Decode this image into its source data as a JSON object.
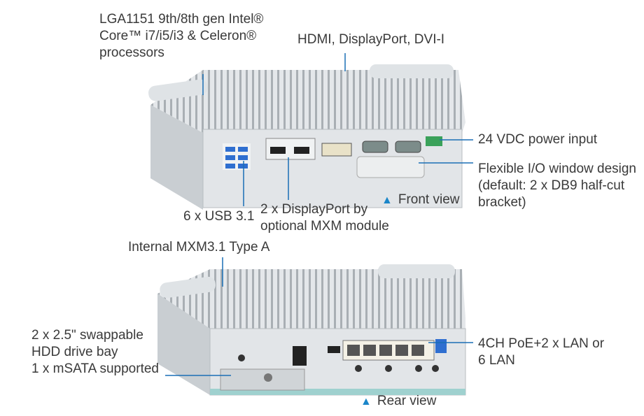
{
  "callouts": {
    "processor": [
      "LGA1151 9th/8th gen Intel®",
      "Core™ i7/i5/i3 & Celeron®",
      "processors"
    ],
    "video": [
      "HDMI, DisplayPort, DVI-I"
    ],
    "power": [
      "24 VDC power input"
    ],
    "flexible_io": [
      "Flexible I/O window design",
      "(default: 2 x DB9 half-cut",
      "bracket)"
    ],
    "usb": [
      "6 x USB 3.1"
    ],
    "displayport": [
      "2 x DisplayPort by",
      "optional MXM module"
    ],
    "mxm": [
      "Internal MXM3.1 Type A"
    ],
    "hdd": [
      "2 x 2.5\" swappable",
      "HDD drive bay",
      "1 x mSATA supported"
    ],
    "lan": [
      "4CH PoE+2 x LAN or",
      "6 LAN"
    ]
  },
  "views": {
    "front": "Front view",
    "rear": "Rear view",
    "marker_icon": "triangle-up-icon"
  },
  "colors": {
    "leader": "#1a6fb5",
    "marker": "#1b86c9",
    "text": "#3a3a3a",
    "chassis": "#d9dde0"
  }
}
